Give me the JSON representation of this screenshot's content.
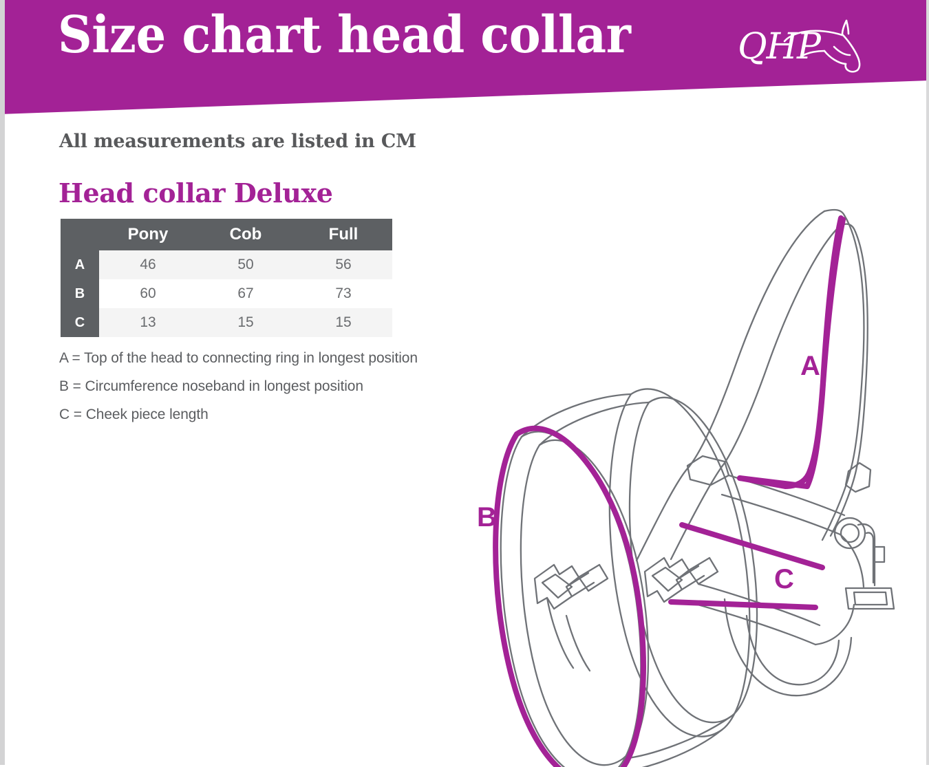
{
  "header": {
    "title": "Size chart head collar",
    "brand": "QHP",
    "brand_icon": "horse-head-icon",
    "banner_color": "#a32296"
  },
  "body": {
    "subtitle": "All measurements are listed in CM",
    "section_title": "Head collar Deluxe"
  },
  "colors": {
    "purple": "#a32296",
    "table_header": "#5d6063",
    "row_alt": "#f4f4f4",
    "text_grey": "#5b5d60",
    "diagram_stroke": "#6f7277"
  },
  "chart_data": {
    "type": "table",
    "title": "Head collar Deluxe",
    "unit": "CM",
    "columns": [
      "",
      "Pony",
      "Cob",
      "Full"
    ],
    "categories": [
      "Pony",
      "Cob",
      "Full"
    ],
    "rows": [
      {
        "label": "A",
        "values": [
          "46",
          "50",
          "56"
        ]
      },
      {
        "label": "B",
        "values": [
          "60",
          "67",
          "73"
        ]
      },
      {
        "label": "C",
        "values": [
          "13",
          "15",
          "15"
        ]
      }
    ],
    "series": [
      {
        "name": "A",
        "values": [
          46,
          50,
          56
        ]
      },
      {
        "name": "B",
        "values": [
          60,
          67,
          73
        ]
      },
      {
        "name": "C",
        "values": [
          13,
          15,
          15
        ]
      }
    ]
  },
  "table": {
    "header": {
      "corner": "",
      "col1": "Pony",
      "col2": "Cob",
      "col3": "Full"
    },
    "rows": [
      {
        "label": "A",
        "pony": "46",
        "cob": "50",
        "full": "56"
      },
      {
        "label": "B",
        "pony": "60",
        "cob": "67",
        "full": "73"
      },
      {
        "label": "C",
        "pony": "13",
        "cob": "15",
        "full": "15"
      }
    ]
  },
  "legend": {
    "a": "A = Top of the head to connecting ring in longest position",
    "b": "B = Circumference noseband in longest position",
    "c": "C = Cheek piece length"
  },
  "diagram": {
    "label_a": "A",
    "label_b": "B",
    "label_c": "C"
  }
}
